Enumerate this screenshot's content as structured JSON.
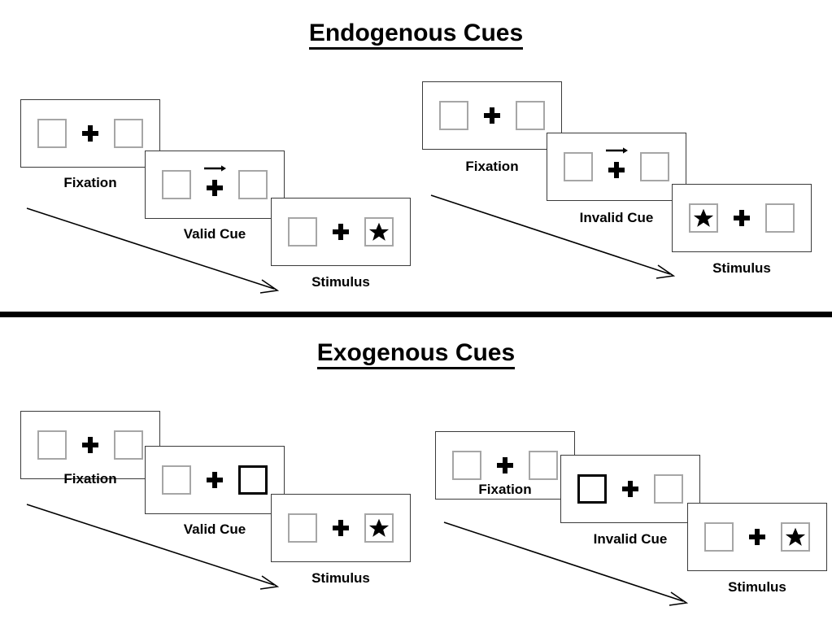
{
  "figure": {
    "type": "diagram",
    "description": "Posner spatial cueing paradigm trial sequences",
    "colors": {
      "ink": "#000000",
      "panel_border": "#3a3a3a",
      "slot_border": "#a6a6a6",
      "cued_slot_border": "#000000",
      "background": "#ffffff"
    }
  },
  "sections": [
    {
      "id": "endogenous",
      "title": "Endogenous Cues",
      "trials": [
        {
          "id": "endogenous-valid",
          "frames": [
            {
              "label": "Fixation",
              "left_box": {
                "cued": false,
                "target": false
              },
              "right_box": {
                "cued": false,
                "target": false
              },
              "cue_arrow": "none"
            },
            {
              "label": "Valid Cue",
              "left_box": {
                "cued": false,
                "target": false
              },
              "right_box": {
                "cued": false,
                "target": false
              },
              "cue_arrow": "right"
            },
            {
              "label": "Stimulus",
              "left_box": {
                "cued": false,
                "target": false
              },
              "right_box": {
                "cued": false,
                "target": true
              },
              "cue_arrow": "none"
            }
          ]
        },
        {
          "id": "endogenous-invalid",
          "frames": [
            {
              "label": "Fixation",
              "left_box": {
                "cued": false,
                "target": false
              },
              "right_box": {
                "cued": false,
                "target": false
              },
              "cue_arrow": "none"
            },
            {
              "label": "Invalid Cue",
              "left_box": {
                "cued": false,
                "target": false
              },
              "right_box": {
                "cued": false,
                "target": false
              },
              "cue_arrow": "right"
            },
            {
              "label": "Stimulus",
              "left_box": {
                "cued": false,
                "target": true
              },
              "right_box": {
                "cued": false,
                "target": false
              },
              "cue_arrow": "none"
            }
          ]
        }
      ]
    },
    {
      "id": "exogenous",
      "title": "Exogenous Cues",
      "trials": [
        {
          "id": "exogenous-valid",
          "frames": [
            {
              "label": "Fixation",
              "left_box": {
                "cued": false,
                "target": false
              },
              "right_box": {
                "cued": false,
                "target": false
              },
              "cue_arrow": "none"
            },
            {
              "label": "Valid Cue",
              "left_box": {
                "cued": false,
                "target": false
              },
              "right_box": {
                "cued": true,
                "target": false
              },
              "cue_arrow": "none"
            },
            {
              "label": "Stimulus",
              "left_box": {
                "cued": false,
                "target": false
              },
              "right_box": {
                "cued": false,
                "target": true
              },
              "cue_arrow": "none"
            }
          ]
        },
        {
          "id": "exogenous-invalid",
          "frames": [
            {
              "label": "Fixation",
              "left_box": {
                "cued": false,
                "target": false
              },
              "right_box": {
                "cued": false,
                "target": false
              },
              "cue_arrow": "none"
            },
            {
              "label": "Invalid Cue",
              "left_box": {
                "cued": true,
                "target": false
              },
              "right_box": {
                "cued": false,
                "target": false
              },
              "cue_arrow": "none"
            },
            {
              "label": "Stimulus",
              "left_box": {
                "cued": false,
                "target": false
              },
              "right_box": {
                "cued": false,
                "target": true
              },
              "cue_arrow": "none"
            }
          ]
        }
      ]
    }
  ],
  "time_arrows": [
    {
      "id": "endogenous-valid-time-arrow"
    },
    {
      "id": "endogenous-invalid-time-arrow"
    },
    {
      "id": "exogenous-valid-time-arrow"
    },
    {
      "id": "exogenous-invalid-time-arrow"
    }
  ]
}
